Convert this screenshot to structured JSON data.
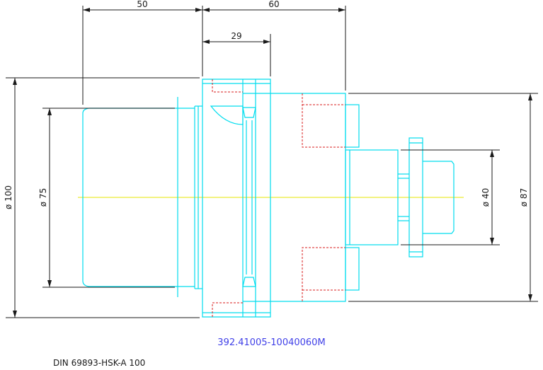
{
  "dimensions": {
    "top_left_length": "50",
    "top_right_length": "60",
    "inner_length": "29",
    "dia_flange": "ø 100",
    "dia_taper": "ø 75",
    "dia_body": "ø 87",
    "dia_spigot": "ø 40"
  },
  "part_code": "392.41005-10040060M",
  "standard": "DIN 69893-HSK-A 100",
  "colors": {
    "outline": "#00ddee",
    "hidden": "#d81e1e",
    "centerline": "#e6e600",
    "dimension": "#1a1a1a",
    "part_code": "#4040e8"
  }
}
